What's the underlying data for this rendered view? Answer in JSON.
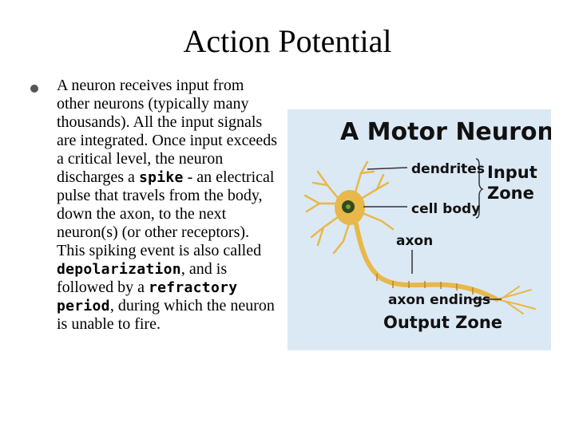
{
  "slide": {
    "title": "Action Potential",
    "paragraph": {
      "t1": "A neuron receives input from other neurons (typically many thousands). All the input signals are integrated. Once input exceeds a critical level, the neuron discharges a ",
      "b1": "spike",
      "t2": " - an electrical pulse that travels from the body, down the axon, to the next neuron(s) (or other receptors). This spiking event is also called ",
      "b2": "depolarization",
      "t3": ", and is followed by a ",
      "b3": "refractory period",
      "t4": ", during which the neuron is unable to fire."
    }
  },
  "figure": {
    "heading": "A Motor Neuron",
    "labels": {
      "dendrites": "dendrites",
      "cell_body": "cell body",
      "input_zone_1": "Input",
      "input_zone_2": "Zone",
      "axon": "axon",
      "axon_endings": "axon endings",
      "output_zone": "Output Zone"
    },
    "colors": {
      "background": "#dbe9f5",
      "neuron": "#e8b84a",
      "nucleus": "#2f4a1e"
    }
  }
}
